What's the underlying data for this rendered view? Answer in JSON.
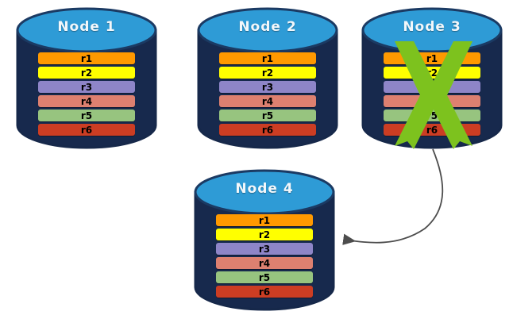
{
  "diagram": {
    "title": "Node replication / failover diagram",
    "background": "#ffffff"
  },
  "palette": {
    "cylinder_body": "#17294d",
    "cylinder_top": "#2e9bd6",
    "cylinder_top_edge": "#1b3a63",
    "cylinder_outline": "#16284a",
    "title_text": "#f2f7fb",
    "row_text": "#000000",
    "x_mark": "#7dc21e",
    "arrow": "#4d4d4d"
  },
  "rows": [
    {
      "id": "r1",
      "label": "r1",
      "color": "#ff9900"
    },
    {
      "id": "r2",
      "label": "r2",
      "color": "#ffff00"
    },
    {
      "id": "r3",
      "label": "r3",
      "color": "#8e85c8"
    },
    {
      "id": "r4",
      "label": "r4",
      "color": "#dd8070"
    },
    {
      "id": "r5",
      "label": "r5",
      "color": "#97c47f"
    },
    {
      "id": "r6",
      "label": "r6",
      "color": "#cc3d23"
    }
  ],
  "nodes": [
    {
      "key": "node1",
      "title": "Node  1",
      "failed": false
    },
    {
      "key": "node2",
      "title": "Node  2",
      "failed": false
    },
    {
      "key": "node3",
      "title": "Node  3",
      "failed": true
    },
    {
      "key": "node4",
      "title": "Node  4",
      "failed": false
    }
  ],
  "annotations": {
    "failure_mark": "x-mark",
    "recovery_arrow_from": "Node  3",
    "recovery_arrow_to": "Node  4"
  }
}
